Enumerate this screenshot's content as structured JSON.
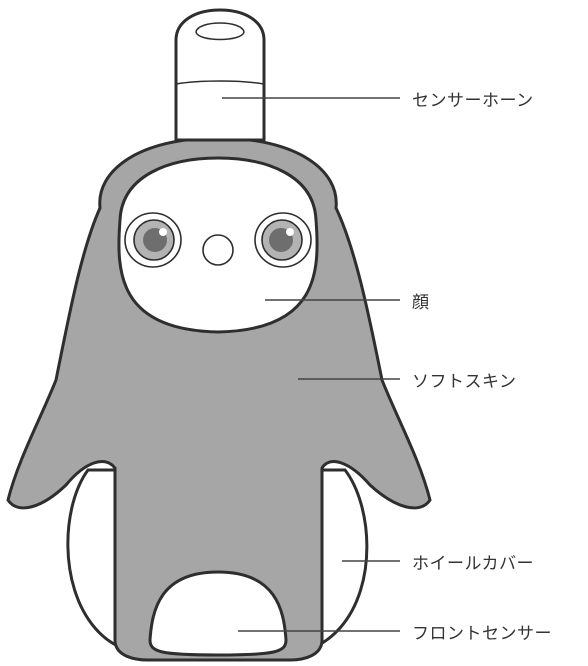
{
  "labels": {
    "sensor_horn": "センサーホーン",
    "face": "顔",
    "soft_skin": "ソフトスキン",
    "wheel_cover": "ホイールカバー",
    "front_sensor": "フロントセンサー"
  },
  "colors": {
    "skin": "#a6a6a6",
    "outline": "#2e2e2e",
    "white": "#ffffff",
    "eye_iris": "#b3b3b3",
    "eye_pupil": "#6e6e6e",
    "leader_line": "#444444",
    "text": "#333333"
  }
}
